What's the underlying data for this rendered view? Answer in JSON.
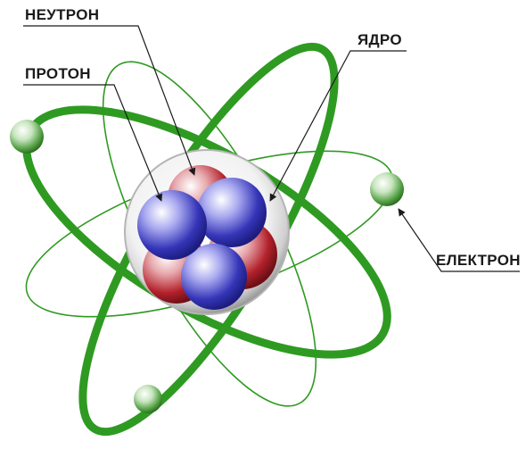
{
  "labels": {
    "neutron": "НЕУТРОН",
    "proton": "ПРОТОН",
    "nucleus": "ЯДРО",
    "electron": "ЕЛЕКТРОН"
  },
  "colors": {
    "orbit": "#2f9a22",
    "electron": "#5aa84a",
    "proton": "#2e2fb0",
    "neutron": "#b01c24",
    "nucleus_shell": "#c9c9c9",
    "text": "#1a1a1a"
  },
  "icons": {
    "nucleus": "atom-nucleus",
    "electron": "electron-sphere",
    "orbit": "orbit-ellipse"
  }
}
